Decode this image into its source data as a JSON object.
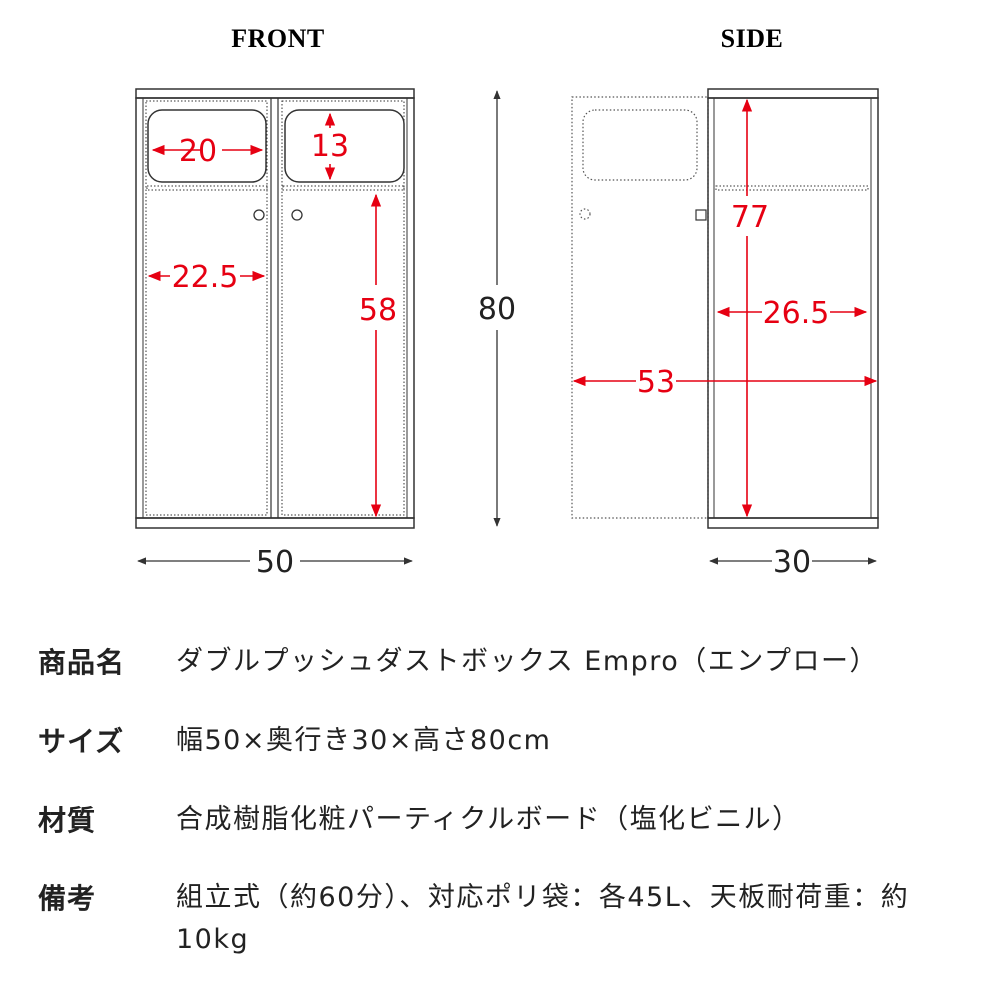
{
  "views": {
    "front_title": "FRONT",
    "side_title": "SIDE"
  },
  "dimensions": {
    "front_window_width": "20",
    "front_window_height": "13",
    "front_door_width": "22.5",
    "front_door_height": "58",
    "total_height": "80",
    "total_width": "50",
    "side_inner_height": "77",
    "side_inner_depth": "26.5",
    "side_open_depth": "53",
    "total_depth": "30"
  },
  "specs": [
    {
      "label": "商品名",
      "value": "ダブルプッシュダストボックス Empro（エンプロー）"
    },
    {
      "label": "サイズ",
      "value": "幅50×奥行き30×高さ80cm"
    },
    {
      "label": "材質",
      "value": "合成樹脂化粧パーティクルボード（塩化ビニル）"
    },
    {
      "label": "備考",
      "value": "組立式（約60分）、対応ポリ袋：各45L、天板耐荷重：約10kg"
    }
  ],
  "colors": {
    "dimension_red": "#e60012",
    "outline": "#333333",
    "text": "#222222"
  }
}
